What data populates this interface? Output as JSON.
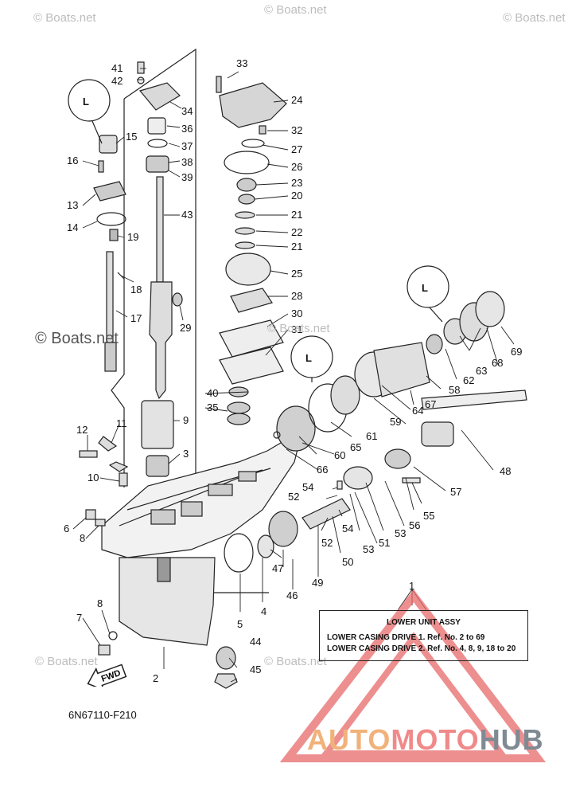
{
  "watermarks": {
    "text": "© Boats.net"
  },
  "callouts": [
    "41",
    "42",
    "34",
    "36",
    "37",
    "38",
    "39",
    "43",
    "33",
    "24",
    "32",
    "27",
    "26",
    "23",
    "20",
    "21",
    "22",
    "21",
    "25",
    "28",
    "30",
    "31",
    "29",
    "15",
    "16",
    "13",
    "14",
    "19",
    "18",
    "17",
    "40",
    "35",
    "9",
    "3",
    "11",
    "12",
    "10",
    "6",
    "8",
    "8",
    "7",
    "2",
    "5",
    "4",
    "47",
    "46",
    "44",
    "45",
    "49",
    "50",
    "52",
    "52",
    "54",
    "54",
    "53",
    "53",
    "51",
    "56",
    "55",
    "57",
    "48",
    "60",
    "61",
    "65",
    "66",
    "59",
    "64",
    "58",
    "67",
    "62",
    "63",
    "68",
    "69",
    "1"
  ],
  "note": {
    "title": "LOWER UNIT ASSY",
    "row1": "LOWER CASING DRIVE 1.  Ref. No. 2 to 69",
    "row2": "LOWER CASING DRIVE 2.  Ref. No. 4, 8, 9, 18 to 20"
  },
  "fwd_label": "FWD",
  "diagram_code": "6N67110-F210",
  "brand": {
    "part1": "AUTO",
    "part2": "MOTO",
    "part3": "HUB"
  },
  "symbols": {
    "top_left": "L",
    "right_top": "L",
    "right_mid": "L"
  }
}
